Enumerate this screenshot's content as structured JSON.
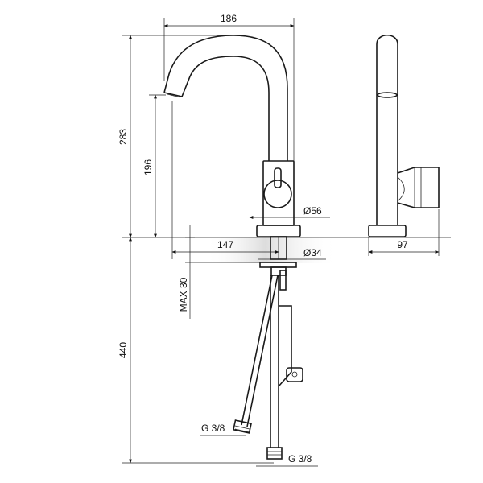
{
  "dimensions": {
    "width_top": "186",
    "height_total_above": "283",
    "spout_height": "196",
    "body_diameter": "Ø56",
    "spout_reach": "147",
    "hole_diameter": "Ø34",
    "max_deck": "MAX 30",
    "below_deck": "440",
    "side_depth": "97",
    "thread_left": "G 3/8",
    "thread_right": "G 3/8"
  }
}
